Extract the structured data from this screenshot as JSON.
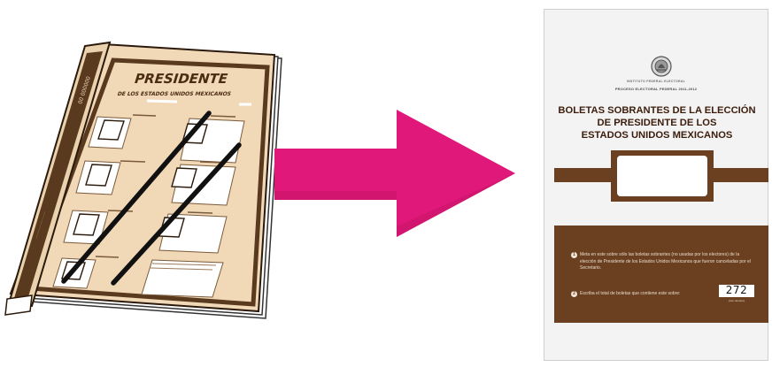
{
  "ballot": {
    "title": "PRESIDENTE",
    "subtitle": "DE LOS ESTADOS UNIDOS MEXICANOS",
    "spine_number": "00 000000"
  },
  "envelope": {
    "institute": "INSTITUTO FEDERAL ELECTORAL",
    "process": "PROCESO ELECTORAL FEDERAL 2011-2012",
    "title_lines": [
      "BOLETAS SOBRANTES DE LA ELECCIÓN",
      "DE PRESIDENTE DE LOS",
      "ESTADOS UNIDOS MEXICANOS"
    ],
    "note_1": "Meta en este sobre sólo las boletas sobrantes (no usadas por los electores) de la elección de Presidente de los Estados Unidos Mexicanos que fueron canceladas por el Secretario.",
    "note_2": "Escriba el total de boletas que contiene este sobre:",
    "count": "272",
    "count_caption": "(con número)"
  },
  "colors": {
    "ballot_paper": "#f1d9b8",
    "ballot_border": "#5a3a1e",
    "arrow": "#e0187a",
    "envelope_brown": "#6b4020",
    "envelope_bg": "#f3f3f3"
  },
  "icons": [
    "cross-out-lines-icon",
    "arrow-right-icon",
    "coat-of-arms-icon"
  ]
}
